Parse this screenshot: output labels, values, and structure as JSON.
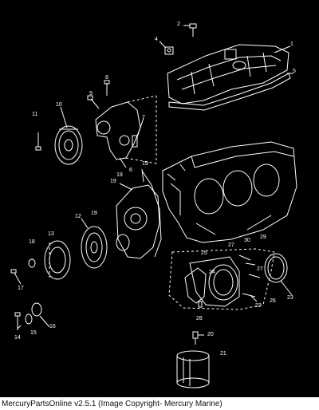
{
  "colors": {
    "background": "#000000",
    "line": "#ffffff",
    "caption_bg": "#ffffff",
    "caption_text": "#111111"
  },
  "callouts": [
    "1",
    "2",
    "4",
    "5",
    "6",
    "7",
    "8",
    "9",
    "10",
    "11",
    "12",
    "13",
    "14",
    "15",
    "16",
    "17",
    "18",
    "19",
    "19",
    "19",
    "19",
    "20",
    "21",
    "22",
    "23",
    "24",
    "25",
    "26",
    "27",
    "27",
    "28",
    "29",
    "30"
  ],
  "caption": "MercuryPartsOnline v2.5.1 (Image Copyright- Mercury Marine)"
}
